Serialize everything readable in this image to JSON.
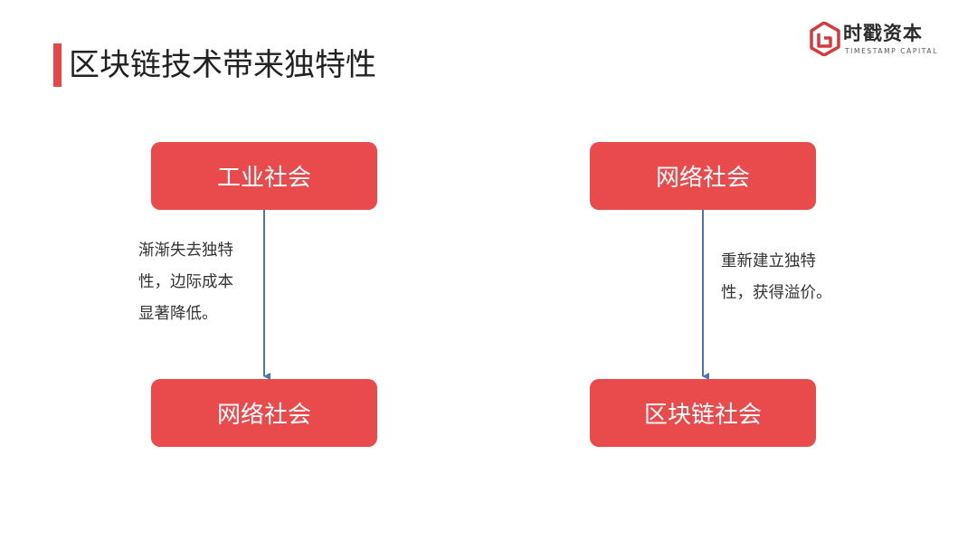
{
  "header": {
    "title": "区块链技术带来独特性"
  },
  "logo": {
    "name_cn": "时戳资本",
    "name_en": "TIMESTAMP CAPITAL"
  },
  "diagram": {
    "left": {
      "top_node": "工业社会",
      "bottom_node": "网络社会",
      "description": "渐渐失去独特\n性，边际成本\n显著降低。"
    },
    "right": {
      "top_node": "网络社会",
      "bottom_node": "区块链社会",
      "description": "重新建立独特\n性，获得溢价。"
    }
  },
  "colors": {
    "accent": "#e94a4c",
    "arrow": "#4a74b8",
    "text": "#333333"
  }
}
